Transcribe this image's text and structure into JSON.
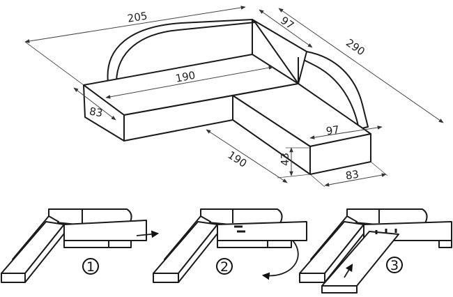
{
  "dimensions": {
    "total_width": "205",
    "corner_depth": "97",
    "total_length": "290",
    "back_length": "190",
    "seat_depth_left": "83",
    "side_depth": "97",
    "front_length": "190",
    "height": "43",
    "seat_depth_right": "83"
  },
  "steps": [
    {
      "number": "1"
    },
    {
      "number": "2"
    },
    {
      "number": "3"
    }
  ],
  "colors": {
    "line": "#1a1a1a",
    "dimension": "#444444",
    "background": "#ffffff"
  }
}
